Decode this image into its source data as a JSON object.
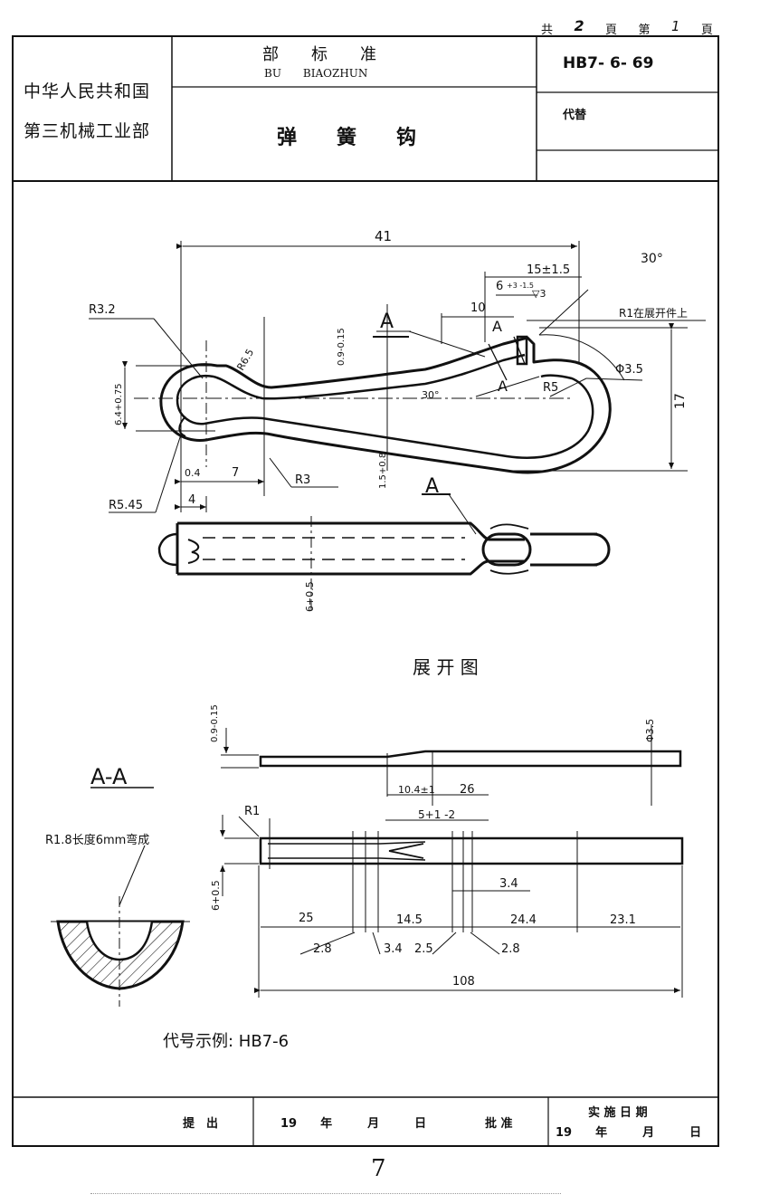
{
  "page_counter": {
    "total_prefix": "共",
    "total": "2",
    "total_unit": "頁",
    "page_prefix": "第",
    "page": "1",
    "page_unit": "頁"
  },
  "header": {
    "org_line1": "中华人民共和国",
    "org_line2": "第三机械工业部",
    "std_title_cn": "部　　标　　准",
    "std_title_py": "BU　　BIAOZHUN",
    "part_name": "弹　　簧　　钩",
    "std_number": "HB7- 6- 69",
    "replace_label": "代替"
  },
  "drawing": {
    "section_marker": "A",
    "section_title": "A-A",
    "unfold_title": "展 开 图",
    "dims": {
      "d41": "41",
      "d15": "15±1.5",
      "d30deg": "30°",
      "d6": "6",
      "d6tol": "+3 -1.5",
      "d10": "10",
      "r1_note": "R1在展开件上",
      "d17": "17",
      "r32": "R3.2",
      "r65": "R6.5",
      "d09": "0.9-0.15",
      "d64": "6.4+0.75",
      "d30": "30°",
      "r5": "R5",
      "phi35": "Φ3.5",
      "r545": "R5.45",
      "d04": "0.4",
      "d7": "7",
      "r3": "R3",
      "d4": "4",
      "d15b": "1.5+0.8",
      "d6b": "6+0.5",
      "tri3": "▽3",
      "lblA": "A",
      "d09b": "0.9-0.15",
      "phi35b": "Φ3.5",
      "d104": "10.4±1",
      "d26": "26",
      "r1": "R1",
      "d5": "5+1 -2",
      "d6c": "6+0.5",
      "d34a": "3.4",
      "d25": "25",
      "d145": "14.5",
      "d244": "24.4",
      "d231": "23.1",
      "d28a": "2.8",
      "d34b": "3.4",
      "d25b": "2.5",
      "d28b": "2.8",
      "d108": "108",
      "r18_note": "R1.8长度6mm弯成"
    },
    "code_example": "代号示例: HB7-6"
  },
  "footer": {
    "proposed_label": "提　出",
    "date_text": "19　　年　　　月　　　日",
    "approve_label": "批 准",
    "impl_label": "实 施 日 期",
    "impl_date": "19　　年　　　月　　　日"
  },
  "page_number": "7"
}
